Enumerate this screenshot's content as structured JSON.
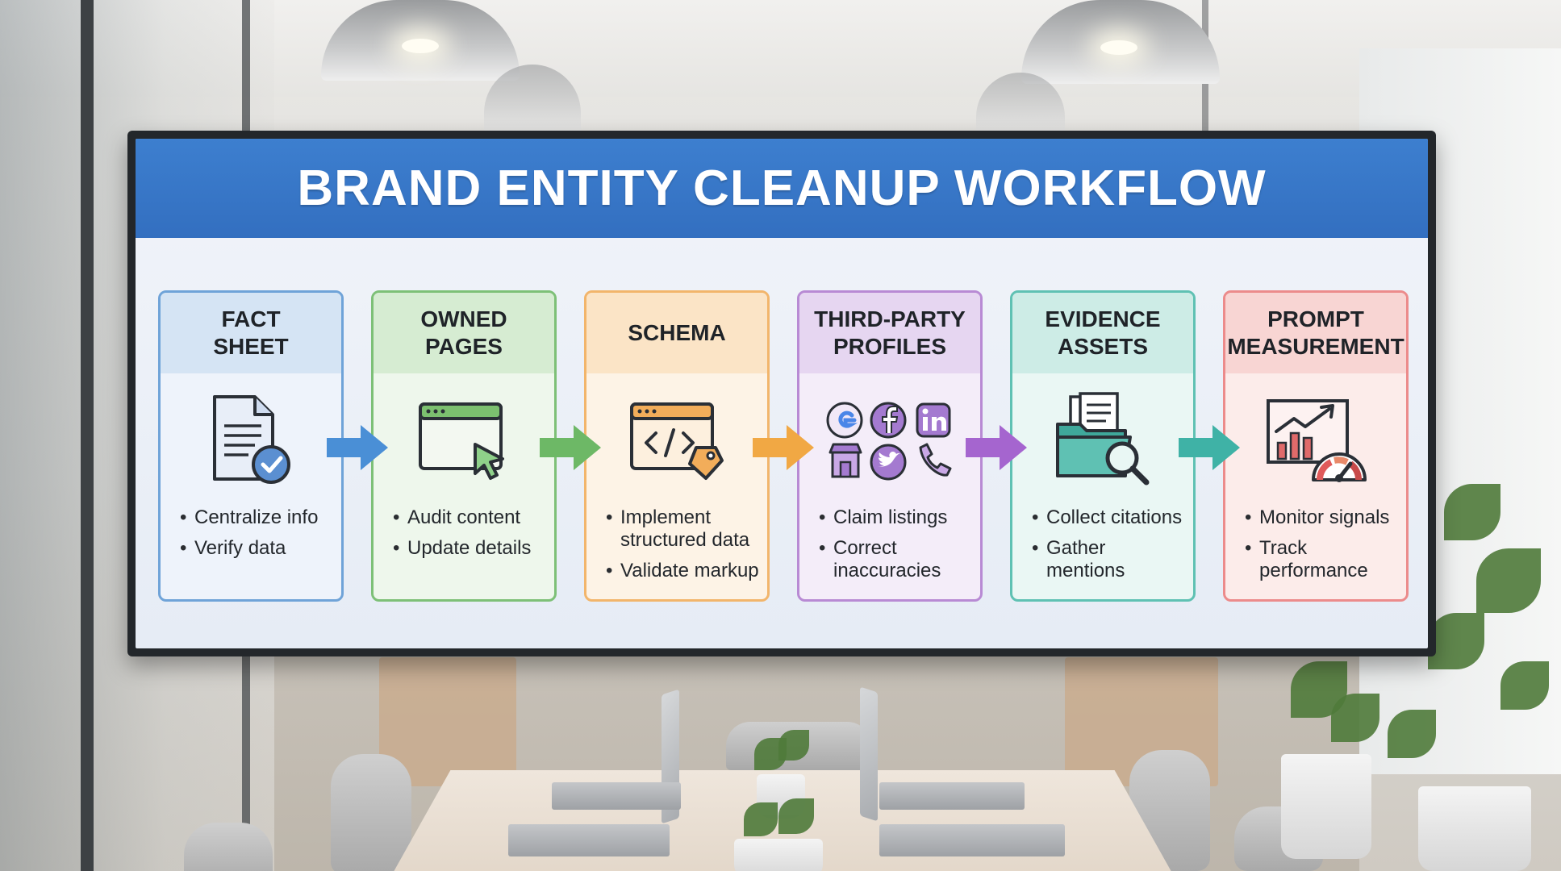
{
  "title": "BRAND ENTITY CLEANUP WORKFLOW",
  "steps": [
    {
      "title": "FACT\nSHEET",
      "bullets": [
        "Centralize info",
        "Verify data"
      ],
      "icon": "document-check-icon",
      "color": "#6fa3d8",
      "head_bg": "#d5e4f4",
      "body_bg": "#eef3fb"
    },
    {
      "title": "OWNED\nPAGES",
      "bullets": [
        "Audit content",
        "Update details"
      ],
      "icon": "browser-cursor-icon",
      "color": "#7dc077",
      "head_bg": "#d6ecd2",
      "body_bg": "#eef7ec"
    },
    {
      "title": "SCHEMA",
      "bullets": [
        "Implement structured data",
        "Validate markup"
      ],
      "icon": "code-window-tag-icon",
      "color": "#f2b56b",
      "head_bg": "#fbe4c6",
      "body_bg": "#fdf3e6"
    },
    {
      "title": "THIRD-PARTY\nPROFILES",
      "bullets": [
        "Claim listings",
        "Correct inaccuracies"
      ],
      "icon": "social-profiles-icon",
      "color": "#b88ad4",
      "head_bg": "#e6d6f1",
      "body_bg": "#f4edf9"
    },
    {
      "title": "EVIDENCE\nASSETS",
      "bullets": [
        "Collect citations",
        "Gather mentions"
      ],
      "icon": "folder-search-icon",
      "color": "#5fc1b3",
      "head_bg": "#cdece6",
      "body_bg": "#eaf7f4"
    },
    {
      "title": "PROMPT\nMEASUREMENT",
      "bullets": [
        "Monitor signals",
        "Track performance"
      ],
      "icon": "chart-gauge-icon",
      "color": "#ec8b8b",
      "head_bg": "#f8d5d3",
      "body_bg": "#fcecea"
    }
  ],
  "arrows": [
    {
      "color": "#4a8fd6"
    },
    {
      "color": "#6db866"
    },
    {
      "color": "#f1a844"
    },
    {
      "color": "#a565cf"
    },
    {
      "color": "#3fb2a6"
    }
  ]
}
